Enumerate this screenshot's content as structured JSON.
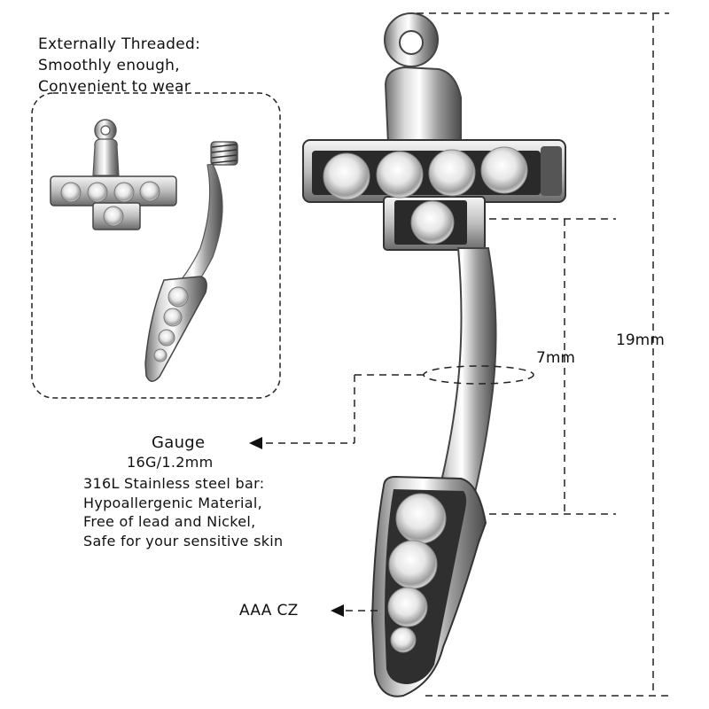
{
  "callout": {
    "line1": "Externally Threaded:",
    "line2": "Smoothly enough,",
    "line3": "Convenient to wear"
  },
  "dimensions": {
    "total_length": "19mm",
    "bar_length": "7mm"
  },
  "gauge": {
    "label": "Gauge",
    "value": "16G/1.2mm"
  },
  "material": {
    "line1": "316L Stainless steel bar:",
    "line2": "Hypoallergenic Material,",
    "line3": "Free of lead and Nickel,",
    "line4": "Safe for your sensitive skin"
  },
  "stone": {
    "label": "AAA CZ"
  },
  "colors": {
    "steel_light": "#f2f2f2",
    "steel_dark": "#5a5a5a",
    "dash": "#222222"
  }
}
